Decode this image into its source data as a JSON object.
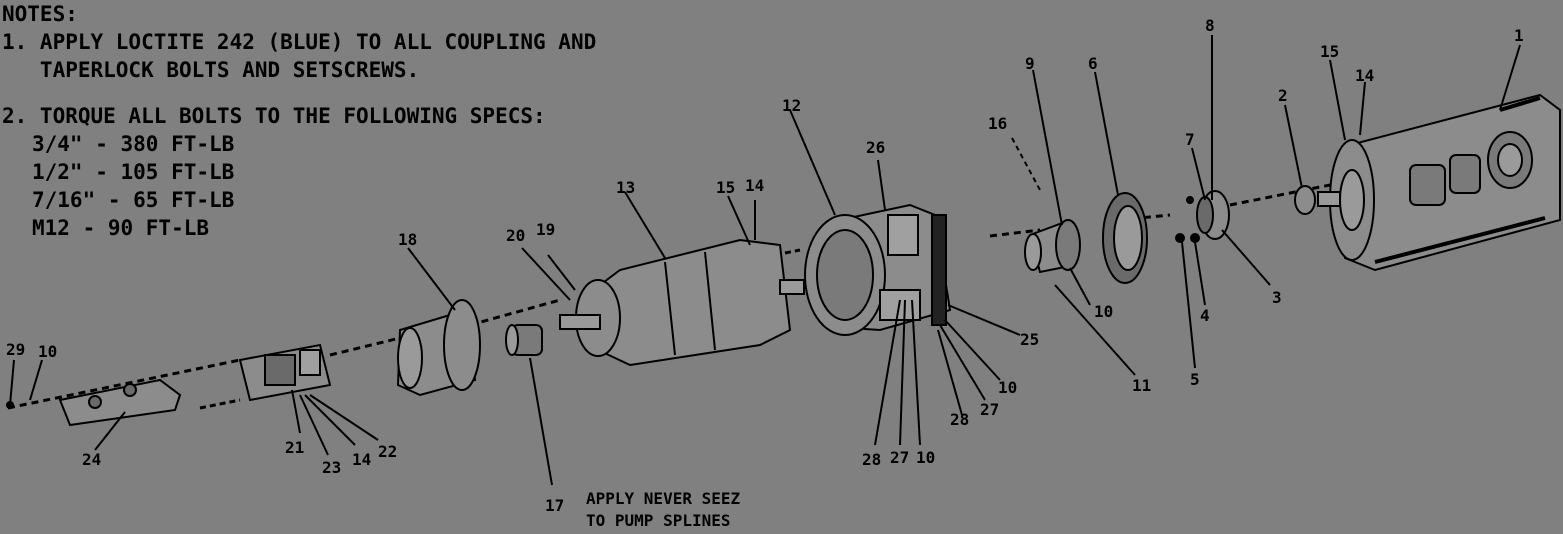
{
  "notes": {
    "heading": "NOTES:",
    "note1_line1": "1. APPLY LOCTITE 242 (BLUE) TO ALL COUPLING AND",
    "note1_line2": "   TAPERLOCK BOLTS AND SETSCREWS.",
    "note2_line1": "2. TORQUE ALL BOLTS TO THE FOLLOWING SPECS:",
    "specs": [
      "3/4\" - 380 FT-LB",
      "1/2\" - 105 FT-LB",
      "7/16\" - 65 FT-LB",
      "M12 - 90 FT-LB"
    ]
  },
  "pump_note": {
    "line1": "APPLY NEVER SEEZ",
    "line2": "TO PUMP SPLINES"
  },
  "callouts": [
    "1",
    "15",
    "14",
    "2",
    "8",
    "7",
    "3",
    "4",
    "5",
    "6",
    "9",
    "10",
    "11",
    "16",
    "12",
    "26",
    "25",
    "10",
    "27",
    "28",
    "28",
    "27",
    "10",
    "13",
    "15",
    "14",
    "20",
    "19",
    "17",
    "18",
    "21",
    "23",
    "14",
    "22",
    "24",
    "29",
    "10"
  ],
  "colors": {
    "background": "#808080",
    "ink": "#000000",
    "part_fill": "#8c8c8c"
  }
}
